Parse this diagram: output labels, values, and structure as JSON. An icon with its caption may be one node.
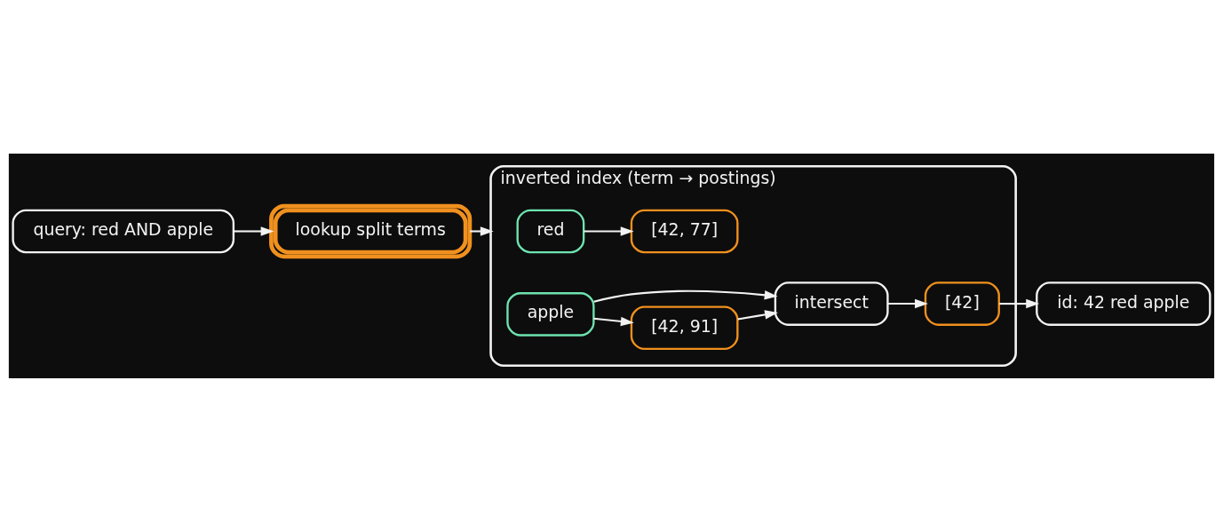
{
  "diagram": {
    "nodes": [
      {
        "text": [
          "query: red AND apple"
        ]
      },
      {
        "text": [
          "lookup split terms"
        ]
      },
      {
        "text": [
          "inverted index (term → postings)"
        ]
      },
      {
        "text": [
          "red"
        ],
        "in": 2
      },
      {
        "text": [
          "[42, 77]"
        ],
        "in": 2
      },
      {
        "text": [
          "apple"
        ],
        "in": 2
      },
      {
        "text": [
          "[42, 91]"
        ],
        "in": 2
      },
      {
        "text": [
          "intersect"
        ],
        "in": 2
      },
      {
        "text": [
          "[42]"
        ],
        "in": 2
      },
      {
        "text": [
          "id: 42 red apple"
        ]
      }
    ],
    "edges": [
      {
        "from": 0,
        "to": 1,
        "arrow": "to"
      },
      {
        "from": 1,
        "to": 2,
        "arrow": "to"
      },
      {
        "from": 3,
        "to": 4,
        "arrow": "to"
      },
      {
        "from": 5,
        "to": 6,
        "arrow": "to"
      },
      {
        "from": 5,
        "to": 7,
        "arrow": "to"
      },
      {
        "from": 6,
        "to": 7,
        "arrow": "to"
      },
      {
        "from": 7,
        "to": 8,
        "arrow": "to"
      },
      {
        "from": 8,
        "to": 9,
        "arrow": "to"
      }
    ]
  }
}
